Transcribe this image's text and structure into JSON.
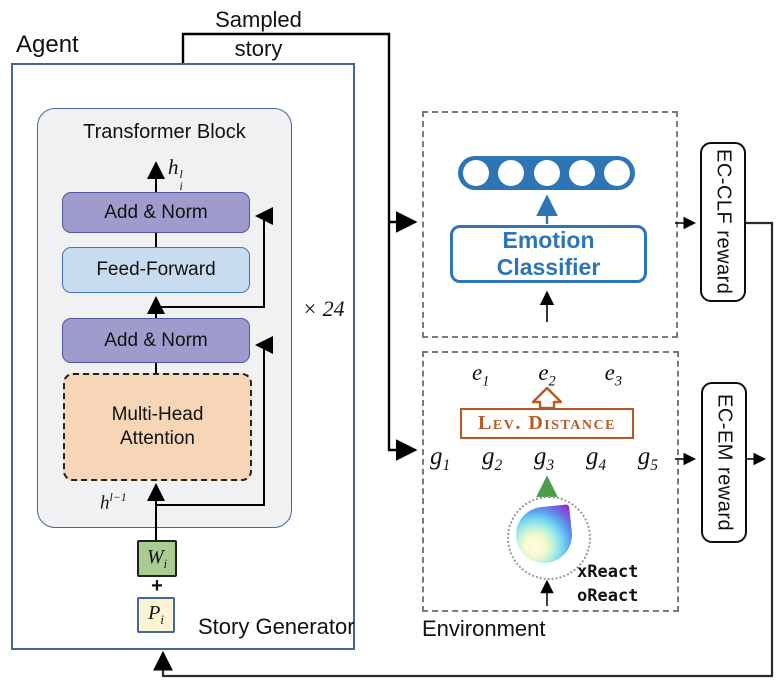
{
  "diagram": {
    "agent": {
      "label": "Agent",
      "story_generator": "Story Generator"
    },
    "sampled_story": {
      "line1": "Sampled",
      "line2": "story"
    },
    "transformer": {
      "title": "Transformer Block",
      "output_var": {
        "base": "h",
        "sup": "l",
        "sub": "i"
      },
      "input_var": {
        "base": "h",
        "sup": "l−1"
      },
      "blocks": {
        "add_norm_top": "Add & Norm",
        "feed_forward": "Feed-Forward",
        "add_norm_bottom": "Add & Norm",
        "mha_line1": "Multi-Head",
        "mha_line2": "Attention"
      },
      "repeat": "× 24"
    },
    "embeddings": {
      "word": {
        "base": "W",
        "sub": "i"
      },
      "plus": "+",
      "position": {
        "base": "P",
        "sub": "i"
      }
    },
    "classifier": {
      "title": "Emotion Classifier",
      "neurons": 5
    },
    "rewards": {
      "clf": "EC-CLF reward",
      "em": "EC-EM reward"
    },
    "environment": {
      "label": "Environment",
      "e_tokens": [
        {
          "base": "e",
          "sub": "1"
        },
        {
          "base": "e",
          "sub": "2"
        },
        {
          "base": "e",
          "sub": "3"
        }
      ],
      "lev_distance": "Lev. Distance",
      "g_tokens": [
        {
          "base": "g",
          "sub": "1"
        },
        {
          "base": "g",
          "sub": "2"
        },
        {
          "base": "g",
          "sub": "3"
        },
        {
          "base": "g",
          "sub": "4"
        },
        {
          "base": "g",
          "sub": "5"
        }
      ],
      "knowledge": {
        "line1": "xReact",
        "line2": "oReact"
      }
    },
    "colors": {
      "classifier_blue": "#2e75b6",
      "agent_border_blue": "#44679b",
      "add_norm_purple": "#a09bcd",
      "feed_forward_blue": "#c8dcf0",
      "attention_peach": "#f6d6b6",
      "word_embed_green": "#a9cd90",
      "pos_embed_cream": "#fcf3d2",
      "lev_distance_orange": "#b85a25",
      "g3_arrow_green": "#4a9e4a"
    }
  }
}
